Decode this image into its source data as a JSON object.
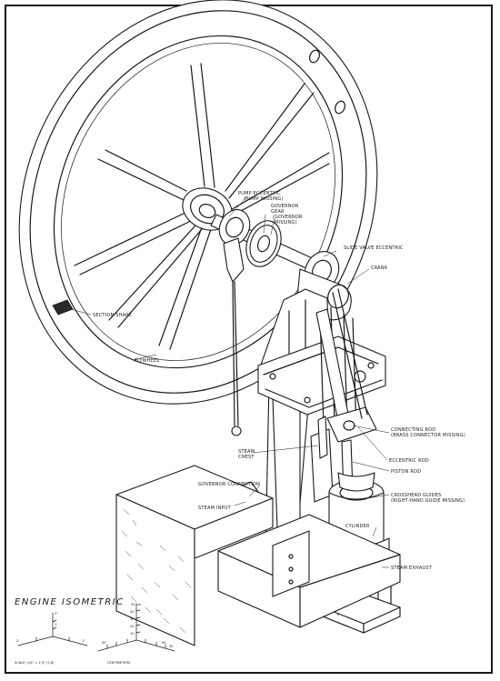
{
  "drawing": {
    "title": "ENGINE ISOMETRIC",
    "scale_note": "SCALE: 1/4\" = 1'4\"   (1:8)",
    "units_note": "CENTIMETERS"
  },
  "callouts": {
    "pump_eccentric": "PUMP ECCENTRIC",
    "pump_eccentric_sub": "(PUMP MISSING)",
    "governor_gear": "GOVERNOR",
    "governor_gear_2": "GEAR",
    "governor_sub": "(GOVERNOR",
    "governor_sub_2": "MISSING)",
    "slide_valve_eccentric": "SLIDE VALVE ECCENTRIC",
    "crank": "CRANK",
    "section_shape": "SECTION SHAPE",
    "flywheel": "FLYWHEEL",
    "connecting_rod": "CONNECTING ROD",
    "connecting_rod_sub": "(BRASS CONNECTOR MISSING)",
    "eccentric_rod": "ECCENTRIC ROD",
    "piston_rod": "PISTON ROD",
    "steam_chest": "STEAM",
    "steam_chest_2": "CHEST",
    "governor_connection": "GOVERNOR CONNECTION",
    "steam_input": "STEAM INPUT",
    "crosshead_guides": "CROSSHEAD GUIDES",
    "crosshead_sub": "(RIGHT-HAND GUIDE MISSING)",
    "cylinder": "CYLINDER",
    "steam_exhaust": "STEAM EXHAUST"
  },
  "axes_left": {
    "x": "x",
    "y": "y",
    "z": "z",
    "ticks": [
      "2'",
      "1'",
      "2'",
      "1'"
    ]
  },
  "axes_right": {
    "ticks": [
      "50 cm",
      "40",
      "30",
      "20",
      "10",
      "50",
      "40",
      "30"
    ]
  },
  "colors": {
    "ink": "#1a1a1a",
    "paper": "#ffffff"
  }
}
